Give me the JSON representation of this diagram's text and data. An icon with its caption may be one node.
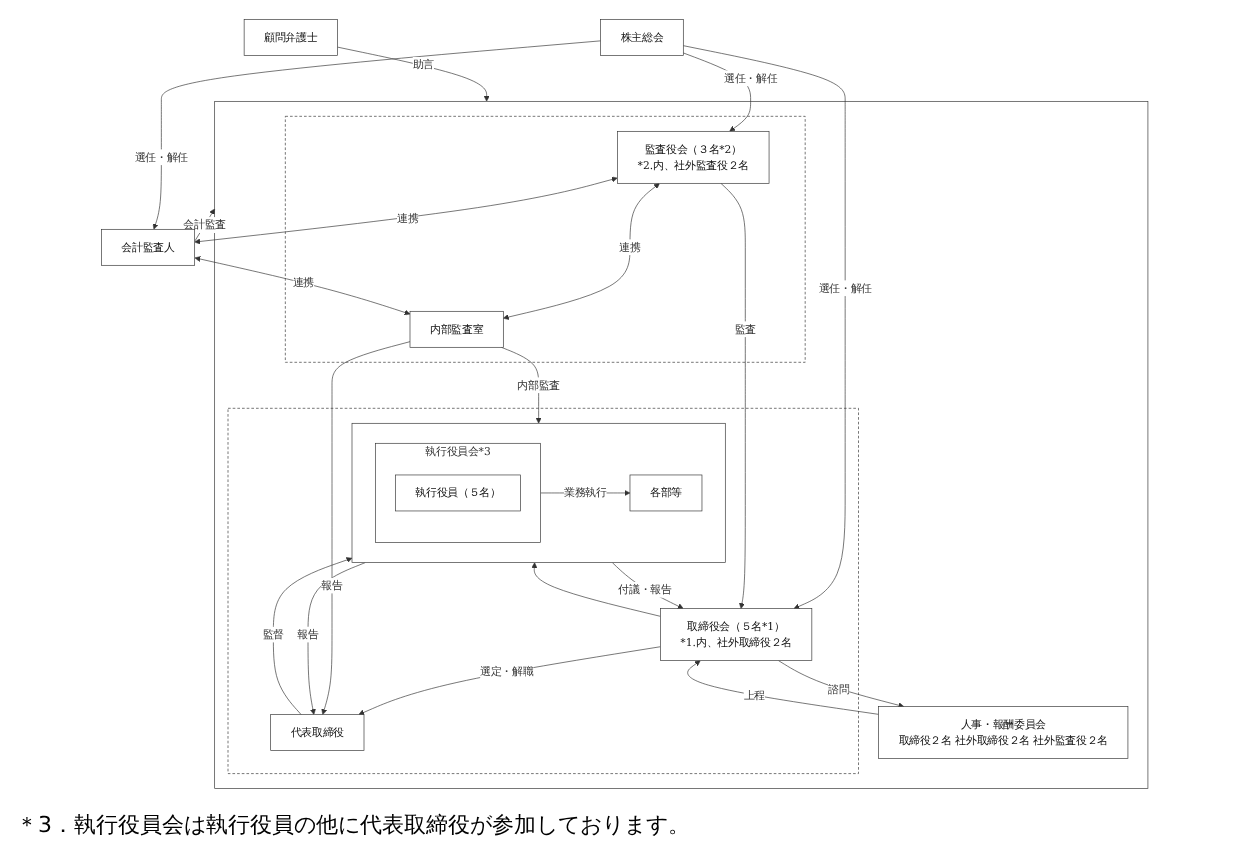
{
  "diagram": {
    "nodes": [
      {
        "text": [
          "株主総会"
        ]
      },
      {
        "text": [],
        "shape": "box"
      },
      {
        "text": [],
        "shape": "box",
        "in": 1
      },
      {
        "text": [
          "取締役会（５名*1）",
          "*1.内、社外取締役２名"
        ],
        "in": 2
      },
      {
        "text": [
          "代表取締役"
        ],
        "in": 2
      },
      {
        "text": [],
        "shape": "box",
        "in": 2
      },
      {
        "text": [
          "執行役員会*3"
        ],
        "in": 5
      },
      {
        "text": [
          "執行役員（５名）"
        ],
        "in": 6
      },
      {
        "text": [
          "各部等"
        ],
        "in": 5
      },
      {
        "text": [],
        "shape": "box",
        "in": 1
      },
      {
        "text": [
          "監査役会（３名*2）",
          "*2.内、社外監査役２名"
        ],
        "in": 9
      },
      {
        "text": [
          "内部監査室"
        ],
        "in": 9
      },
      {
        "text": [
          "人事・報酬委員会",
          "取締役２名 社外取締役２名 社外監査役２名"
        ],
        "in": 1
      },
      {
        "text": [
          "会計監査人"
        ]
      },
      {
        "text": [
          "顧問弁護士"
        ]
      }
    ],
    "edges": [
      {
        "from": 0,
        "to": 3,
        "arrow": "to",
        "label": "選任・解任"
      },
      {
        "from": 0,
        "to": 10,
        "arrow": "to",
        "label": "選任・解任"
      },
      {
        "from": 0,
        "to": 13,
        "arrow": "to",
        "label": "選任・解任"
      },
      {
        "from": 12,
        "to": 3,
        "arrow": "to",
        "label": "上程"
      },
      {
        "from": 3,
        "to": 12,
        "arrow": "to",
        "label": "諮問"
      },
      {
        "from": 3,
        "to": 4,
        "arrow": "to",
        "label": "選定・解職"
      },
      {
        "from": 10,
        "to": 3,
        "arrow": "to",
        "label": "監査"
      },
      {
        "from": 10,
        "to": 13,
        "arrow": "both",
        "label": "連携"
      },
      {
        "from": 10,
        "to": 11,
        "arrow": "both",
        "label": "連携"
      },
      {
        "from": 11,
        "to": 4,
        "arrow": "to",
        "label": "報告"
      },
      {
        "from": 13,
        "to": 11,
        "arrow": "both",
        "label": "連携"
      },
      {
        "from": 13,
        "to": 1,
        "arrow": "to",
        "label": "会計監査"
      },
      {
        "from": 11,
        "to": 5,
        "arrow": "to",
        "label": "内部監査"
      },
      {
        "from": 14,
        "to": 1,
        "arrow": "to",
        "label": "助言"
      },
      {
        "from": 5,
        "to": 3,
        "arrow": "to",
        "label": "付議・報告"
      },
      {
        "from": 3,
        "to": 5,
        "arrow": "to"
      },
      {
        "from": 4,
        "to": 5,
        "arrow": "to",
        "label": "監督"
      },
      {
        "from": 5,
        "to": 4,
        "arrow": "to",
        "label": "報告"
      },
      {
        "from": 6,
        "to": 8,
        "arrow": "to",
        "label": "業務執行"
      }
    ],
    "labels": [
      "＊3．執行役員会は執行役員の他に代表取締役が参加しております。"
    ]
  }
}
